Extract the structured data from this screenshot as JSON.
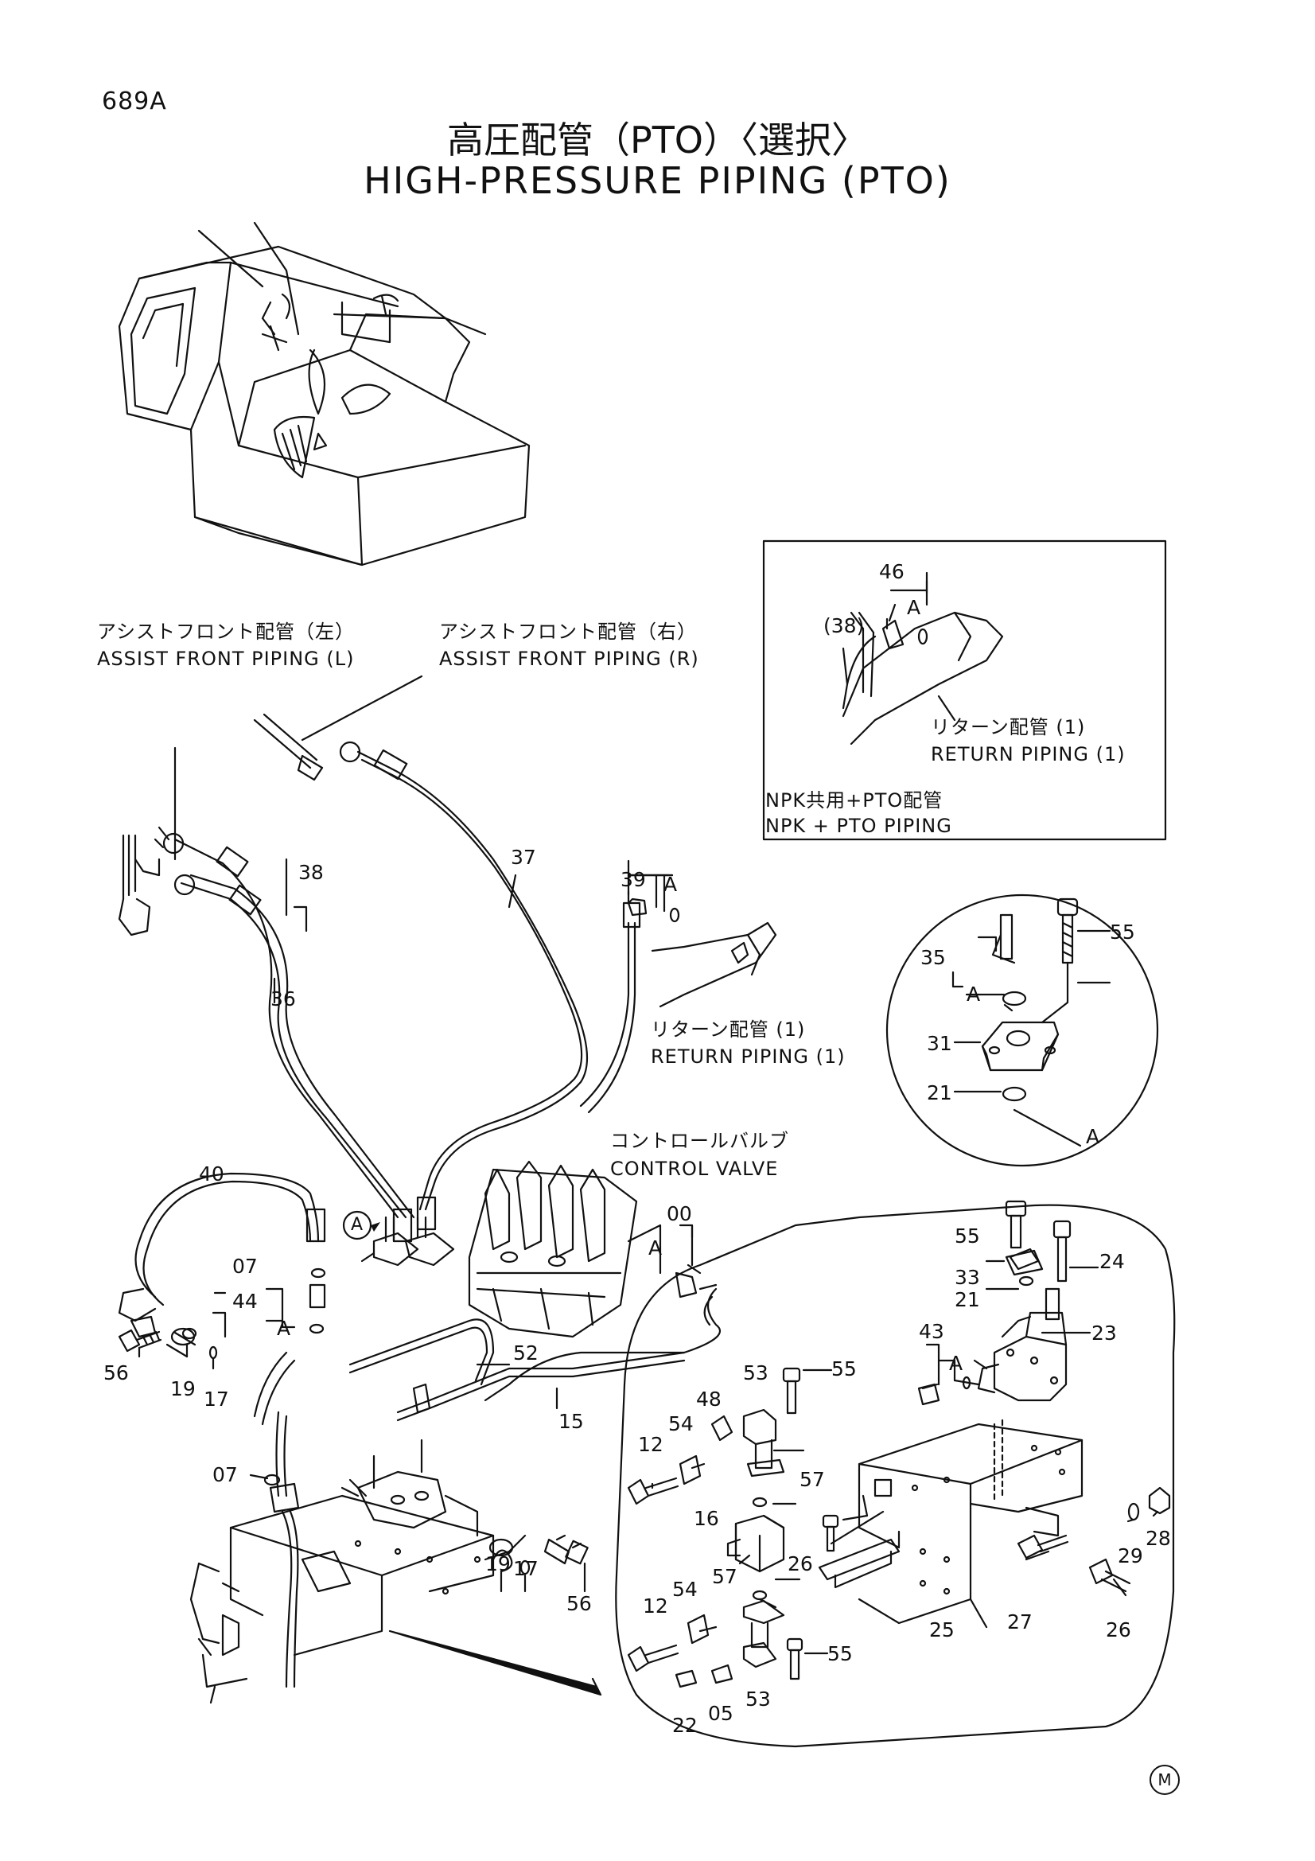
{
  "page_code": "689A",
  "title_jp": "高圧配管（PTO）〈選択〉",
  "title_en": "HIGH-PRESSURE PIPING (PTO)",
  "labels": {
    "assist_left_jp": "アシストフロント配管（左）",
    "assist_left_en": "ASSIST FRONT PIPING (L)",
    "assist_right_jp": "アシストフロント配管（右）",
    "assist_right_en": "ASSIST FRONT PIPING (R)",
    "return_jp": "リターン配管 (1)",
    "return_en": "RETURN PIPING (1)",
    "inset_return_jp": "リターン配管 (1)",
    "inset_return_en": "RETURN PIPING (1)",
    "npk_jp": "NPK共用+PTO配管",
    "npk_en": "NPK + PTO PIPING",
    "control_valve_jp": "コントロールバルブ",
    "control_valve_en": "CONTROL VALVE"
  },
  "callout_letter": "A",
  "detail_letter": "A",
  "part_numbers": [
    "46",
    "38",
    "39",
    "37",
    "36",
    "35",
    "55",
    "31",
    "21",
    "40",
    "00",
    "07",
    "44",
    "56",
    "19",
    "17",
    "52",
    "15",
    "24",
    "33",
    "23",
    "43",
    "53",
    "48",
    "54",
    "12",
    "16",
    "57",
    "26",
    "25",
    "27",
    "28",
    "29",
    "05",
    "22"
  ],
  "part_labels": {
    "p46": "46",
    "p38i": "(38)",
    "p39": "39",
    "p37": "37",
    "p38": "38",
    "p36": "36",
    "p35": "35",
    "p55a": "55",
    "p31": "31",
    "p21a": "21",
    "p40": "40",
    "p00": "00",
    "p07a": "07",
    "p44": "44",
    "p56a": "56",
    "p19a": "19",
    "p17a": "17",
    "p52": "52",
    "p15": "15",
    "p07b": "07",
    "p19b": "19",
    "p17b": "17",
    "p56b": "56",
    "p55b": "55",
    "p24": "24",
    "p33": "33",
    "p21b": "21",
    "p23": "23",
    "p43": "43",
    "p53a": "53",
    "p55c": "55",
    "p48": "48",
    "p54a": "54",
    "p12a": "12",
    "p57a": "57",
    "p16": "16",
    "p26a": "26",
    "p57b": "57",
    "p54b": "54",
    "p12b": "12",
    "p53b": "53",
    "p55d": "55",
    "p05": "05",
    "p22": "22",
    "p25": "25",
    "p27": "27",
    "p26b": "26",
    "p29": "29",
    "p28": "28"
  },
  "mark": "M"
}
